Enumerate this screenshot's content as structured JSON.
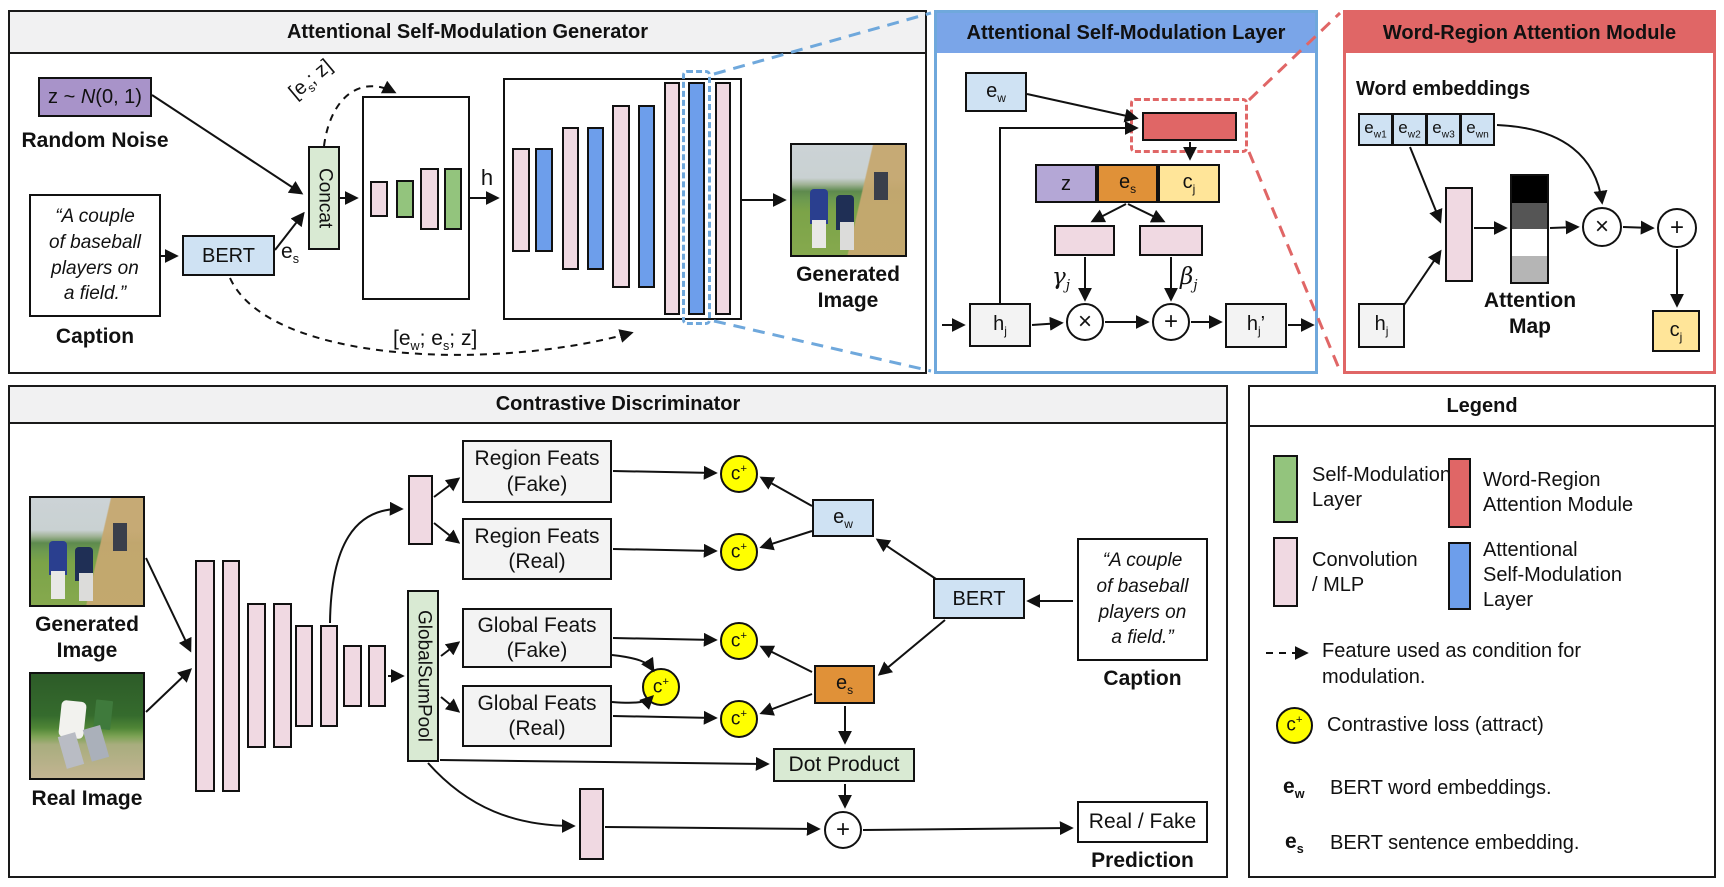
{
  "palette": {
    "self_modulation_green": "#93c47d",
    "convolution_pink": "#f0d9e2",
    "word_region_red": "#e06666",
    "attentional_blue": "#6d9eeb",
    "asm_header_blue": "#7aa5e8",
    "operator_green_light": "#d9ead3",
    "embedding_light_blue": "#cfe2f3",
    "noise_purple": "#a893c9",
    "z_purple": "#b4a7d6",
    "sentence_orange": "#e09138",
    "context_yellow": "#ffe599",
    "contrastive_yellow": "#ffff00",
    "gray_box": "#f3f3f3",
    "attention_map_shades": [
      "#000000",
      "#555555",
      "#ffffff",
      "#b5b5b5"
    ]
  },
  "generator": {
    "title": "Attentional Self-Modulation Generator",
    "noise_box": {
      "pre": "z ~ ",
      "var": "N",
      "post": "(0, 1)"
    },
    "noise_label": "Random Noise",
    "caption_text": "“A couple\nof baseball\nplayers on\na field.”",
    "caption_label": "Caption",
    "bert": "BERT",
    "es": {
      "base": "e",
      "sub": "s"
    },
    "concat": "Concat",
    "esz_label": {
      "p1": "[e",
      "s1": "s",
      "p2": "; z]"
    },
    "h": "h",
    "ewesz_label": {
      "p1": "[e",
      "s1": "w",
      "p2": "; e",
      "s2": "s",
      "p3": "; z]"
    },
    "generated_image_label": "Generated\nImage"
  },
  "asm_layer": {
    "title": "Attentional Self-Modulation Layer",
    "ew": {
      "base": "e",
      "sub": "w"
    },
    "z": "z",
    "es": {
      "base": "e",
      "sub": "s"
    },
    "cj": {
      "base": "c",
      "sub": "j"
    },
    "gamma": {
      "base": "γ",
      "sub": "j"
    },
    "beta": {
      "base": "β",
      "sub": "j"
    },
    "hj": {
      "base": "h",
      "sub": "j"
    },
    "hj_out": {
      "base": "h",
      "sub": "j",
      "prime": "’"
    },
    "times": "×",
    "plus": "+"
  },
  "wra_module": {
    "title": "Word-Region Attention Module",
    "word_embeddings_label": "Word embeddings",
    "word_cells": [
      {
        "base": "e",
        "sub": "w1"
      },
      {
        "base": "e",
        "sub": "w2"
      },
      {
        "base": "e",
        "sub": "w3"
      },
      {
        "base": "e",
        "sub": "wn"
      }
    ],
    "attention_map_label": "Attention\nMap",
    "hj": {
      "base": "h",
      "sub": "j"
    },
    "cj": {
      "base": "c",
      "sub": "j"
    },
    "times": "×",
    "plus": "+"
  },
  "discriminator": {
    "title": "Contrastive Discriminator",
    "generated_image_label": "Generated\nImage",
    "real_image_label": "Real Image",
    "global_sum_pool": "GlobalSumPool",
    "region_feats_fake": "Region Feats\n(Fake)",
    "region_feats_real": "Region Feats\n(Real)",
    "global_feats_fake": "Global Feats\n(Fake)",
    "global_feats_real": "Global Feats\n(Real)",
    "closs": {
      "base": "c",
      "sup": "+"
    },
    "ew": {
      "base": "e",
      "sub": "w"
    },
    "es": {
      "base": "e",
      "sub": "s"
    },
    "bert": "BERT",
    "caption_text": "“A couple\nof baseball\nplayers on\na field.”",
    "caption_label": "Caption",
    "dot_product": "Dot Product",
    "plus": "+",
    "real_fake": "Real / Fake",
    "prediction_label": "Prediction"
  },
  "legend": {
    "title": "Legend",
    "items": [
      {
        "label": "Self-Modulation\nLayer",
        "color": "#93c47d"
      },
      {
        "label": "Word-Region\nAttention Module",
        "color": "#e06666"
      },
      {
        "label": "Convolution\n/ MLP",
        "color": "#f0d9e2"
      },
      {
        "label": "Attentional\nSelf-Modulation\nLayer",
        "color": "#6d9eeb"
      }
    ],
    "dashed_note": "Feature used as condition for\nmodulation.",
    "closs": {
      "base": "c",
      "sup": "+"
    },
    "closs_note": "Contrastive loss (attract)",
    "ew": {
      "base": "e",
      "sub": "w"
    },
    "ew_note": "BERT word embeddings.",
    "es": {
      "base": "e",
      "sub": "s"
    },
    "es_note": "BERT sentence embedding."
  }
}
